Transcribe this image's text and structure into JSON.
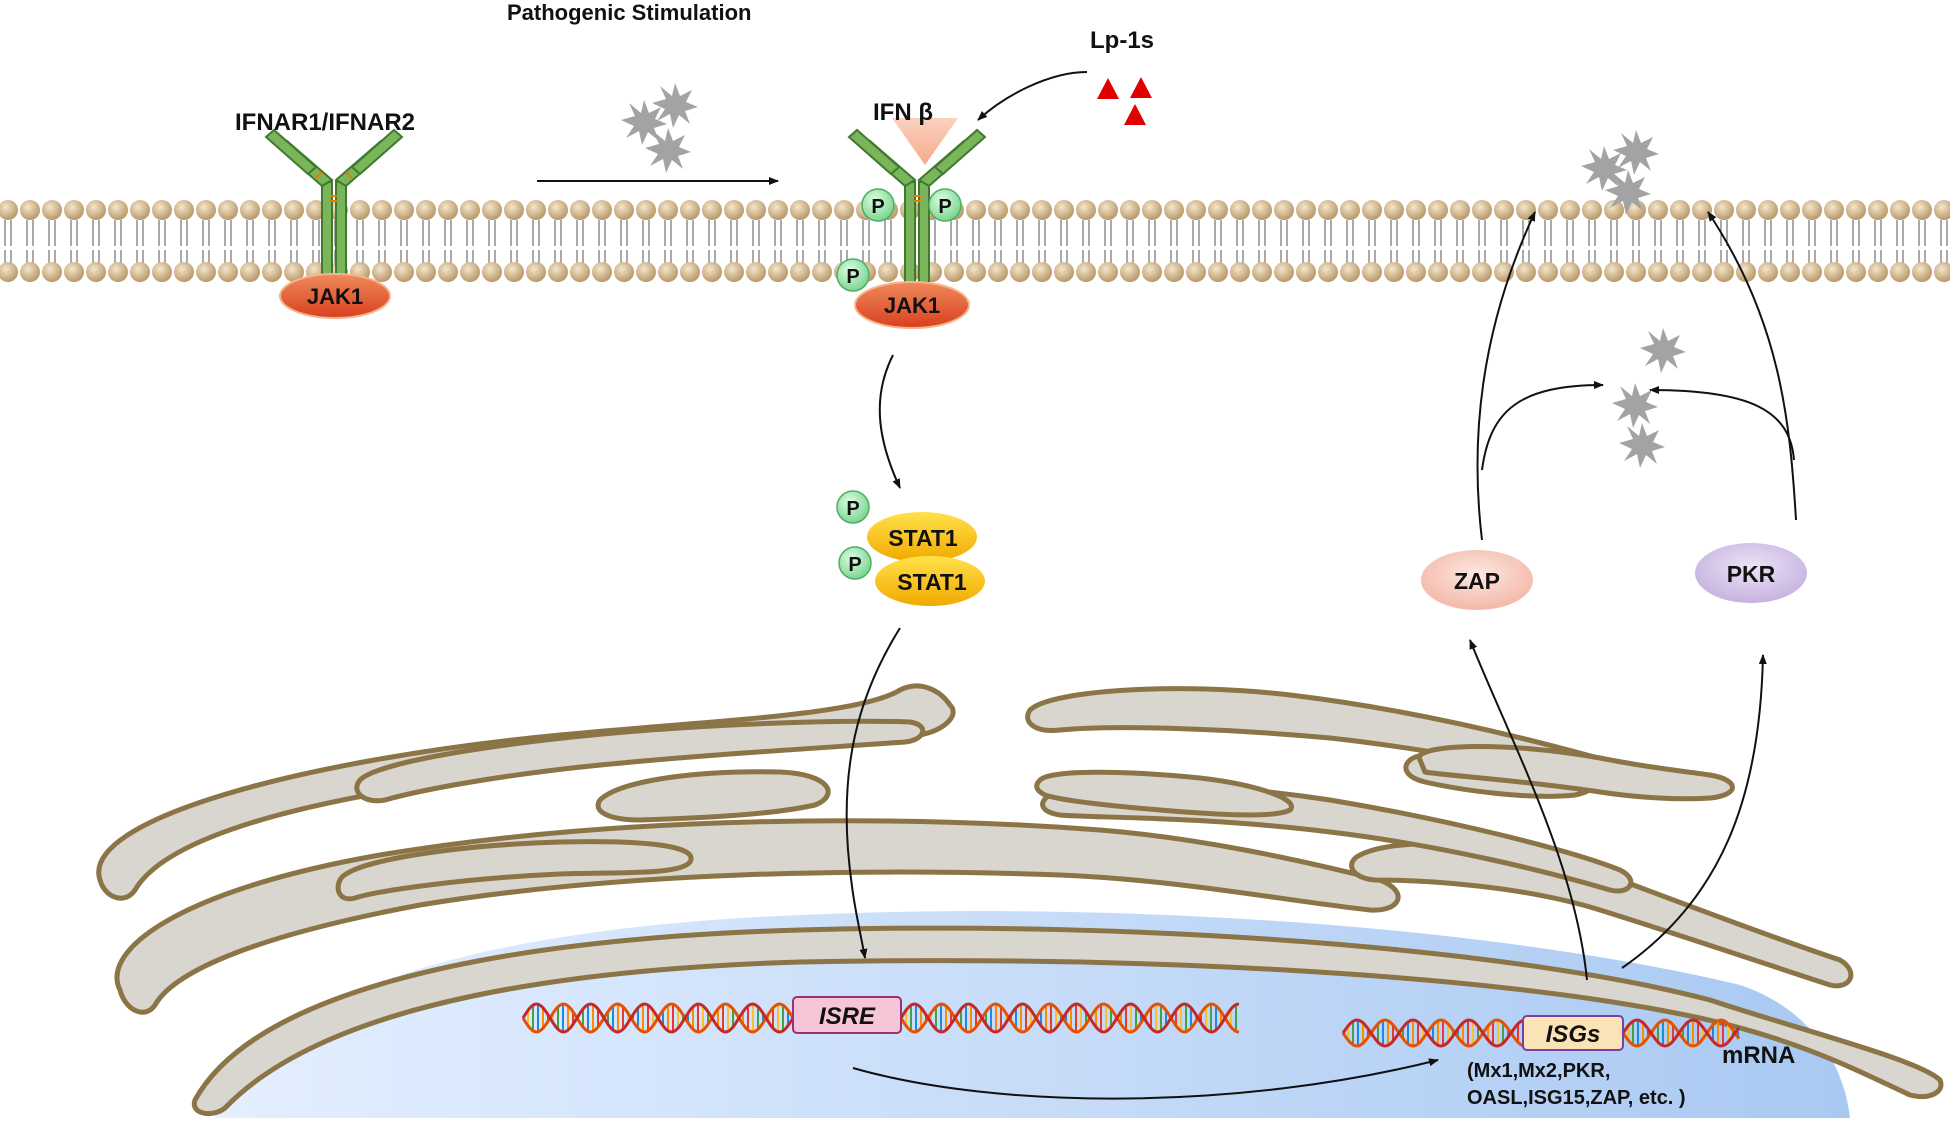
{
  "labels": {
    "pathogenic_stimulation": "Pathogenic Stimulation",
    "lp1s": "Lp-1s",
    "ifn_beta": "IFN β",
    "receptor": "IFNAR1/IFNAR2",
    "jak1_left": "JAK1",
    "jak1_right": "JAK1",
    "p": "P",
    "stat1_top": "STAT1",
    "stat1_bottom": "STAT1",
    "zap": "ZAP",
    "pkr": "PKR",
    "isre": "ISRE",
    "isgs": "ISGs",
    "isgs_list_line1": "(Mx1,Mx2,PKR,",
    "isgs_list_line2": "OASL,ISG15,ZAP, etc. )",
    "mrna": "mRNA"
  },
  "icons": {
    "virus": "virus-particle-icon",
    "lp1s": "lp1s-triangle-icon",
    "phosphate": "phosphate-circle-icon",
    "dna": "dna-helix-icon"
  },
  "colors": {
    "membrane_head": "#c9ad84",
    "er_fill": "#d8d4cf",
    "er_stroke": "#8b7446",
    "nucleus": "#b6d2f3",
    "receptor": "#6aa84f",
    "jak1": "#e8532f",
    "stat1": "#f5c200",
    "phosphate": "#8fe0a0",
    "zap": "#f7c9bd",
    "pkr": "#d4c5e8",
    "lp1s": "#e00000",
    "virus": "#a0a0a0",
    "isre_box": "#f6c6d8",
    "isgs_box": "#fbe3b8"
  }
}
